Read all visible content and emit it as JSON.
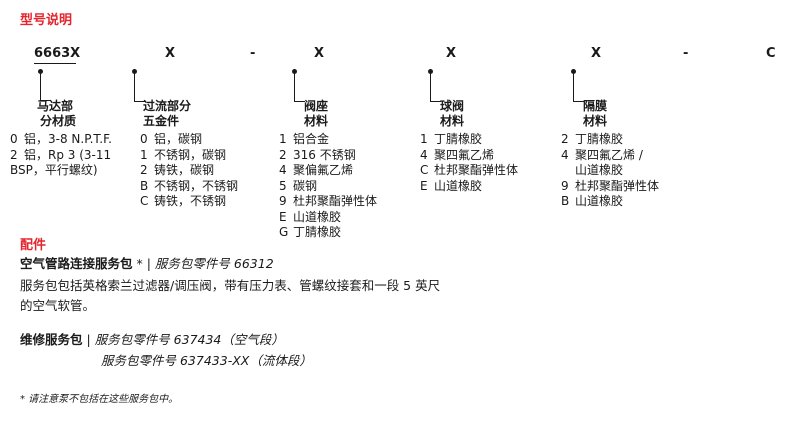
{
  "section_title": "型号说明",
  "model_code": {
    "base": "6663X",
    "segments": [
      "X",
      "-",
      "X",
      "X",
      "X",
      "-",
      "C"
    ]
  },
  "columns": [
    {
      "heading": [
        "马达部",
        "分材质"
      ],
      "options": [
        {
          "code": "0",
          "text": "铝，3-8 N.P.T.F."
        },
        {
          "code": "2",
          "text": "铝，Rp 3 (3-11"
        },
        {
          "code": "",
          "text": "BSP，平行螺纹)"
        }
      ]
    },
    {
      "heading": [
        "过流部分",
        "五金件"
      ],
      "options": [
        {
          "code": "0",
          "text": "铝，碳钢"
        },
        {
          "code": "1",
          "text": "不锈钢，碳钢"
        },
        {
          "code": "2",
          "text": "铸铁，碳钢"
        },
        {
          "code": "B",
          "text": "不锈钢，不锈钢"
        },
        {
          "code": "C",
          "text": "铸铁，不锈钢"
        }
      ]
    },
    {
      "heading": [
        "阀座",
        "材料"
      ],
      "options": [
        {
          "code": "1",
          "text": "铝合金"
        },
        {
          "code": "2",
          "text": "316 不锈钢"
        },
        {
          "code": "4",
          "text": "聚偏氟乙烯"
        },
        {
          "code": "5",
          "text": "碳钢"
        },
        {
          "code": "9",
          "text": "杜邦聚酯弹性体"
        },
        {
          "code": "E",
          "text": "山道橡胶"
        },
        {
          "code": "G",
          "text": "丁腈橡胶"
        }
      ]
    },
    {
      "heading": [
        "球阀",
        "材料"
      ],
      "options": [
        {
          "code": "1",
          "text": "丁腈橡胶"
        },
        {
          "code": "4",
          "text": "聚四氟乙烯"
        },
        {
          "code": "C",
          "text": "杜邦聚酯弹性体"
        },
        {
          "code": "E",
          "text": "山道橡胶"
        }
      ]
    },
    {
      "heading": [
        "隔膜",
        "材料"
      ],
      "options": [
        {
          "code": "2",
          "text": "丁腈橡胶"
        },
        {
          "code": "4",
          "text": "聚四氟乙烯 /"
        },
        {
          "code": "",
          "text": "山道橡胶"
        },
        {
          "code": "9",
          "text": "杜邦聚酯弹性体"
        },
        {
          "code": "B",
          "text": "山道橡胶"
        }
      ]
    }
  ],
  "accessories": {
    "title": "配件",
    "air_kit": {
      "name": "空气管路连接服务包",
      "asterisk": " * | ",
      "part_label": "服务包零件号 66312",
      "desc_line1": "服务包包括英格索兰过滤器/调压阀，带有压力表、管螺纹接套和一段 5 英尺",
      "desc_line2": "的空气软管。"
    },
    "repair_kit": {
      "name": "维修服务包",
      "sep": " | ",
      "line1": "服务包零件号 637434（空气段）",
      "line2": "服务包零件号 637433-XX（流体段）"
    },
    "footnote": "* 请注意泵不包括在这些服务包中。"
  }
}
